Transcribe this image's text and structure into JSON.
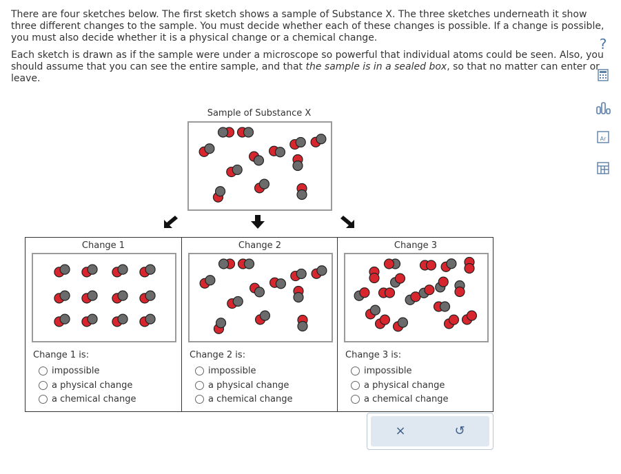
{
  "intro": {
    "p1": "There are four sketches below. The first sketch shows a sample of Substance X. The three sketches underneath it show three different changes to the sample. You must decide whether each of these changes is possible. If a change is possible, you must also decide whether it is a physical change or a chemical change.",
    "p2_a": "Each sketch is drawn as if the sample were under a microscope so powerful that individual atoms could be seen. Also, you should assume that you can see the entire sample, and that ",
    "p2_em": "the sample is in a sealed box",
    "p2_b": ", so that no matter can enter or leave."
  },
  "tools": {
    "help_label": "?",
    "calculator_icon": "calculator-icon",
    "chart_icon": "bar-chart-icon",
    "periodic_icon": "periodic-table-icon",
    "periodic_symbol": "Ar",
    "data_icon": "data-table-icon"
  },
  "sample": {
    "title": "Sample of Substance X"
  },
  "changes": [
    {
      "title": "Change 1",
      "question": "Change 1 is:"
    },
    {
      "title": "Change 2",
      "question": "Change 2 is:"
    },
    {
      "title": "Change 3",
      "question": "Change 3 is:"
    }
  ],
  "options": [
    "impossible",
    "a physical change",
    "a chemical change"
  ],
  "actions": {
    "clear_label": "×",
    "undo_label": "↺"
  },
  "colors": {
    "red_atom": "#d7262d",
    "gray_atom": "#6b6b6b",
    "accent": "#3d5f86"
  }
}
